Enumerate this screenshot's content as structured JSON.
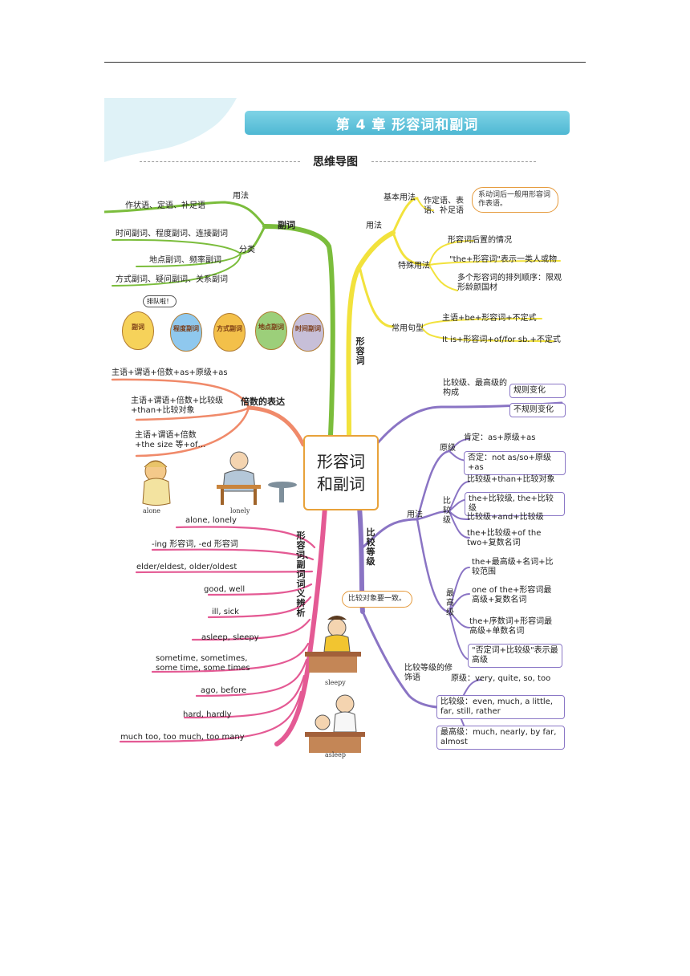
{
  "title": "第 4 章   形容词和副词",
  "subtitle": "思维导图",
  "center": {
    "line1": "形容词",
    "line2": "和副词"
  },
  "colors": {
    "green": "#7bbd3c",
    "yellow": "#f2e23c",
    "orange": "#f08a6a",
    "pink": "#e45a94",
    "purple": "#8a74c4",
    "cyan": "#4fb8d3"
  },
  "adverb": {
    "label": "副词",
    "usage": {
      "label": "用法",
      "items": [
        "作状语、定语、补足语"
      ]
    },
    "classes": {
      "label": "分类",
      "items": [
        "时间副词、程度副词、连接副词",
        "地点副词、频率副词",
        "方式副词、疑问副词、关系副词"
      ]
    },
    "chicks": [
      {
        "text": "副词",
        "color": "#f6d25a"
      },
      {
        "text": "程度副词",
        "color": "#8fc8ee"
      },
      {
        "text": "方式副词",
        "color": "#f3c04a"
      },
      {
        "text": "地点副词",
        "color": "#9ccf7a"
      },
      {
        "text": "时间副词",
        "color": "#c7bfd8"
      }
    ],
    "bubble": "排队啦！"
  },
  "multiple": {
    "label": "倍数的表达",
    "items": [
      "主语+谓语+倍数+as+原级+as",
      "主语+谓语+倍数+比较级+than+比较对象",
      "主语+谓语+倍数+the size 等+of…"
    ],
    "captions": [
      "alone",
      "lonely"
    ]
  },
  "adjective": {
    "label": "形容词",
    "usage": "用法",
    "basic": {
      "label": "基本用法",
      "item": "作定语、表语、补足语",
      "note": "系动词后一般用形容词作表语。"
    },
    "special": {
      "label": "特殊用法",
      "items": [
        "形容词后置的情况",
        "\"the+形容词\"表示一类人或物",
        "多个形容词的排列顺序：限观形龄颜国材"
      ]
    },
    "patterns": {
      "label": "常用句型",
      "items": [
        "主语+be+形容词+不定式",
        "It is+形容词+of/for sb.+不定式"
      ]
    }
  },
  "compare": {
    "label": "比较等级",
    "formation": {
      "label": "比较级、最高级的构成",
      "items": [
        "规则变化",
        "不规则变化"
      ]
    },
    "usage": "用法",
    "positive": {
      "label": "原级",
      "items": [
        "肯定：as+原级+as",
        "否定：not as/so+原级+as"
      ]
    },
    "comparative": {
      "label": "比较级",
      "items": [
        "比较级+than+比较对象",
        "the+比较级, the+比较级",
        "比较级+and+比较级",
        "the+比较级+of the two+复数名词"
      ]
    },
    "superlative": {
      "label": "最高级",
      "items": [
        "the+最高级+名词+比较范围",
        "one of the+形容词最高级+复数名词",
        "the+序数词+形容词最高级+单数名词",
        "\"否定词+比较级\"表示最高级"
      ]
    },
    "note": "比较对象要一致。",
    "modifiers": {
      "label": "比较等级的修饰语",
      "items": [
        "原级：very, quite, so, too",
        "比较级：even, much, a little, far, still, rather",
        "最高级：much, nearly, by far, almost"
      ]
    }
  },
  "analysis": {
    "label": "形容词、副词词义辨析",
    "items": [
      "alone, lonely",
      "-ing 形容词, -ed 形容词",
      "elder/eldest, older/oldest",
      "good, well",
      "ill, sick",
      "asleep, sleepy",
      "sometime, sometimes, some time, some times",
      "ago, before",
      "hard, hardly",
      "much too, too much, too many"
    ],
    "captions": [
      "sleepy",
      "asleep"
    ]
  }
}
